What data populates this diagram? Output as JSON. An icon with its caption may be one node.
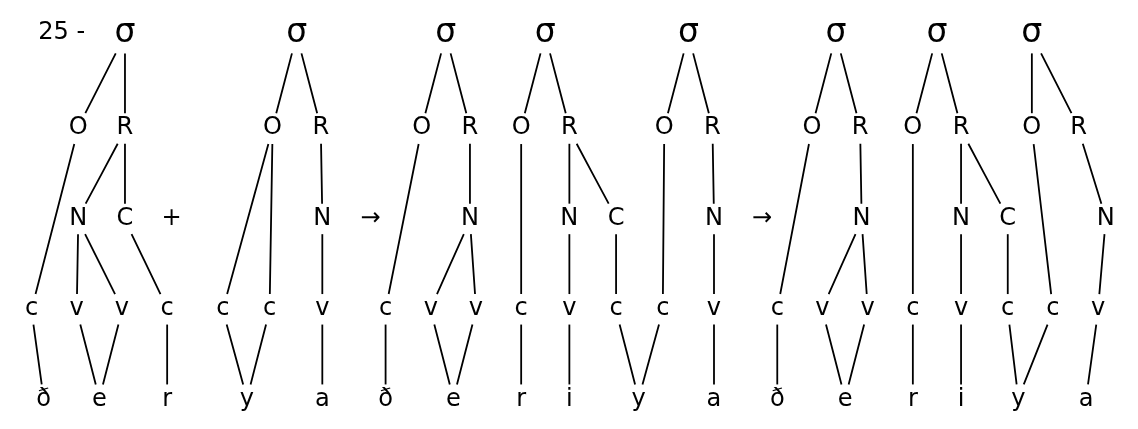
{
  "diagram": {
    "nodes": [
      {
        "text": [
          "σ"
        ]
      },
      {
        "text": [
          "O"
        ]
      },
      {
        "text": [
          "R"
        ]
      },
      {
        "text": [
          "N"
        ]
      },
      {
        "text": [
          "C"
        ]
      },
      {
        "text": [
          "c"
        ]
      },
      {
        "text": [
          "v"
        ]
      },
      {
        "text": [
          "v"
        ]
      },
      {
        "text": [
          "c"
        ]
      },
      {
        "text": [
          "ð"
        ]
      },
      {
        "text": [
          "e"
        ]
      },
      {
        "text": [
          "r"
        ]
      },
      {
        "text": [
          "σ"
        ]
      },
      {
        "text": [
          "O"
        ]
      },
      {
        "text": [
          "R"
        ]
      },
      {
        "text": [
          "N"
        ]
      },
      {
        "text": [
          "c"
        ]
      },
      {
        "text": [
          "c"
        ]
      },
      {
        "text": [
          "v"
        ]
      },
      {
        "text": [
          "y"
        ]
      },
      {
        "text": [
          "a"
        ]
      },
      {
        "text": [
          "σ"
        ]
      },
      {
        "text": [
          "σ"
        ]
      },
      {
        "text": [
          "σ"
        ]
      },
      {
        "text": [
          "O"
        ]
      },
      {
        "text": [
          "R"
        ]
      },
      {
        "text": [
          "O"
        ]
      },
      {
        "text": [
          "R"
        ]
      },
      {
        "text": [
          "O"
        ]
      },
      {
        "text": [
          "R"
        ]
      },
      {
        "text": [
          "N"
        ]
      },
      {
        "text": [
          "N"
        ]
      },
      {
        "text": [
          "C"
        ]
      },
      {
        "text": [
          "N"
        ]
      },
      {
        "text": [
          "c"
        ]
      },
      {
        "text": [
          "v"
        ]
      },
      {
        "text": [
          "v"
        ]
      },
      {
        "text": [
          "c"
        ]
      },
      {
        "text": [
          "v"
        ]
      },
      {
        "text": [
          "c"
        ]
      },
      {
        "text": [
          "c"
        ]
      },
      {
        "text": [
          "v"
        ]
      },
      {
        "text": [
          "ð"
        ]
      },
      {
        "text": [
          "e"
        ]
      },
      {
        "text": [
          "r"
        ]
      },
      {
        "text": [
          "i"
        ]
      },
      {
        "text": [
          "y"
        ]
      },
      {
        "text": [
          "a"
        ]
      },
      {
        "text": [
          "σ"
        ]
      },
      {
        "text": [
          "σ"
        ]
      },
      {
        "text": [
          "σ"
        ]
      },
      {
        "text": [
          "O"
        ]
      },
      {
        "text": [
          "R"
        ]
      },
      {
        "text": [
          "O"
        ]
      },
      {
        "text": [
          "R"
        ]
      },
      {
        "text": [
          "O"
        ]
      },
      {
        "text": [
          "R"
        ]
      },
      {
        "text": [
          "N"
        ]
      },
      {
        "text": [
          "N"
        ]
      },
      {
        "text": [
          "C"
        ]
      },
      {
        "text": [
          "N"
        ]
      },
      {
        "text": [
          "c"
        ]
      },
      {
        "text": [
          "v"
        ]
      },
      {
        "text": [
          "v"
        ]
      },
      {
        "text": [
          "c"
        ]
      },
      {
        "text": [
          "v"
        ]
      },
      {
        "text": [
          "c"
        ]
      },
      {
        "text": [
          "c"
        ]
      },
      {
        "text": [
          "v"
        ]
      },
      {
        "text": [
          "ð"
        ]
      },
      {
        "text": [
          "e"
        ]
      },
      {
        "text": [
          "r"
        ]
      },
      {
        "text": [
          "i"
        ]
      },
      {
        "text": [
          "y"
        ]
      },
      {
        "text": [
          "a"
        ]
      }
    ],
    "edges": [
      {
        "from": 0,
        "to": 1,
        "arrow": "none"
      },
      {
        "from": 0,
        "to": 2,
        "arrow": "none"
      },
      {
        "from": 2,
        "to": 3,
        "arrow": "none"
      },
      {
        "from": 2,
        "to": 4,
        "arrow": "none"
      },
      {
        "from": 1,
        "to": 5,
        "arrow": "none"
      },
      {
        "from": 3,
        "to": 6,
        "arrow": "none"
      },
      {
        "from": 3,
        "to": 7,
        "arrow": "none"
      },
      {
        "from": 4,
        "to": 8,
        "arrow": "none"
      },
      {
        "from": 5,
        "to": 9,
        "arrow": "none"
      },
      {
        "from": 6,
        "to": 10,
        "arrow": "none"
      },
      {
        "from": 7,
        "to": 10,
        "arrow": "none"
      },
      {
        "from": 8,
        "to": 11,
        "arrow": "none"
      },
      {
        "from": 12,
        "to": 13,
        "arrow": "none"
      },
      {
        "from": 12,
        "to": 14,
        "arrow": "none"
      },
      {
        "from": 14,
        "to": 15,
        "arrow": "none"
      },
      {
        "from": 13,
        "to": 16,
        "arrow": "none"
      },
      {
        "from": 13,
        "to": 17,
        "arrow": "none"
      },
      {
        "from": 15,
        "to": 18,
        "arrow": "none"
      },
      {
        "from": 16,
        "to": 19,
        "arrow": "none"
      },
      {
        "from": 17,
        "to": 19,
        "arrow": "none"
      },
      {
        "from": 18,
        "to": 20,
        "arrow": "none"
      },
      {
        "from": 21,
        "to": 24,
        "arrow": "none"
      },
      {
        "from": 21,
        "to": 25,
        "arrow": "none"
      },
      {
        "from": 22,
        "to": 26,
        "arrow": "none"
      },
      {
        "from": 22,
        "to": 27,
        "arrow": "none"
      },
      {
        "from": 23,
        "to": 28,
        "arrow": "none"
      },
      {
        "from": 23,
        "to": 29,
        "arrow": "none"
      },
      {
        "from": 24,
        "to": 34,
        "arrow": "none"
      },
      {
        "from": 25,
        "to": 30,
        "arrow": "none"
      },
      {
        "from": 30,
        "to": 35,
        "arrow": "none"
      },
      {
        "from": 30,
        "to": 36,
        "arrow": "none"
      },
      {
        "from": 26,
        "to": 37,
        "arrow": "none"
      },
      {
        "from": 27,
        "to": 31,
        "arrow": "none"
      },
      {
        "from": 27,
        "to": 32,
        "arrow": "none"
      },
      {
        "from": 31,
        "to": 38,
        "arrow": "none"
      },
      {
        "from": 32,
        "to": 39,
        "arrow": "none"
      },
      {
        "from": 28,
        "to": 40,
        "arrow": "none"
      },
      {
        "from": 29,
        "to": 33,
        "arrow": "none"
      },
      {
        "from": 33,
        "to": 41,
        "arrow": "none"
      },
      {
        "from": 34,
        "to": 42,
        "arrow": "none"
      },
      {
        "from": 35,
        "to": 43,
        "arrow": "none"
      },
      {
        "from": 36,
        "to": 43,
        "arrow": "none"
      },
      {
        "from": 37,
        "to": 44,
        "arrow": "none"
      },
      {
        "from": 38,
        "to": 45,
        "arrow": "none"
      },
      {
        "from": 39,
        "to": 46,
        "arrow": "none"
      },
      {
        "from": 40,
        "to": 46,
        "arrow": "none"
      },
      {
        "from": 41,
        "to": 47,
        "arrow": "none"
      },
      {
        "from": 48,
        "to": 51,
        "arrow": "none"
      },
      {
        "from": 48,
        "to": 52,
        "arrow": "none"
      },
      {
        "from": 49,
        "to": 53,
        "arrow": "none"
      },
      {
        "from": 49,
        "to": 54,
        "arrow": "none"
      },
      {
        "from": 50,
        "to": 55,
        "arrow": "none"
      },
      {
        "from": 50,
        "to": 56,
        "arrow": "none"
      },
      {
        "from": 51,
        "to": 61,
        "arrow": "none"
      },
      {
        "from": 52,
        "to": 57,
        "arrow": "none"
      },
      {
        "from": 57,
        "to": 62,
        "arrow": "none"
      },
      {
        "from": 57,
        "to": 63,
        "arrow": "none"
      },
      {
        "from": 53,
        "to": 64,
        "arrow": "none"
      },
      {
        "from": 54,
        "to": 58,
        "arrow": "none"
      },
      {
        "from": 54,
        "to": 59,
        "arrow": "none"
      },
      {
        "from": 58,
        "to": 65,
        "arrow": "none"
      },
      {
        "from": 59,
        "to": 66,
        "arrow": "none"
      },
      {
        "from": 55,
        "to": 67,
        "arrow": "none"
      },
      {
        "from": 56,
        "to": 60,
        "arrow": "none"
      },
      {
        "from": 60,
        "to": 68,
        "arrow": "none"
      },
      {
        "from": 61,
        "to": 69,
        "arrow": "none"
      },
      {
        "from": 62,
        "to": 70,
        "arrow": "none"
      },
      {
        "from": 63,
        "to": 70,
        "arrow": "none"
      },
      {
        "from": 64,
        "to": 71,
        "arrow": "none"
      },
      {
        "from": 65,
        "to": 72,
        "arrow": "none"
      },
      {
        "from": 66,
        "to": 73,
        "arrow": "none"
      },
      {
        "from": 67,
        "to": 73,
        "arrow": "none"
      },
      {
        "from": 68,
        "to": 74,
        "arrow": "none"
      }
    ],
    "labels": [
      "25 -",
      "+",
      "→",
      "→"
    ]
  }
}
